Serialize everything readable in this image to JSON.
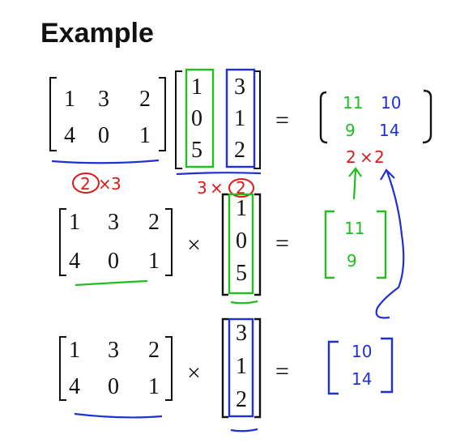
{
  "title": "Example",
  "ops": {
    "equals": "=",
    "times": "×"
  },
  "colors": {
    "ink": "#111111",
    "green": "#1fbf1f",
    "blue": "#1f2fd6",
    "red": "#e01818"
  },
  "top": {
    "A": [
      [
        "1",
        "3",
        "2"
      ],
      [
        "4",
        "0",
        "1"
      ]
    ],
    "B": [
      [
        "1",
        "3"
      ],
      [
        "0",
        "1"
      ],
      [
        "5",
        "2"
      ]
    ],
    "result": [
      [
        "11",
        "10"
      ],
      [
        "9",
        "14"
      ]
    ],
    "dim_A": [
      "2",
      "×",
      "3"
    ],
    "dim_B": [
      "3",
      "×",
      "2"
    ],
    "dim_result": [
      "2",
      "×",
      "2"
    ]
  },
  "mid": {
    "A": [
      [
        "1",
        "3",
        "2"
      ],
      [
        "4",
        "0",
        "1"
      ]
    ],
    "v": [
      "1",
      "0",
      "5"
    ],
    "result": [
      "11",
      "9"
    ]
  },
  "bot": {
    "A": [
      [
        "1",
        "3",
        "2"
      ],
      [
        "4",
        "0",
        "1"
      ]
    ],
    "v": [
      "3",
      "1",
      "2"
    ],
    "result": [
      "10",
      "14"
    ]
  }
}
